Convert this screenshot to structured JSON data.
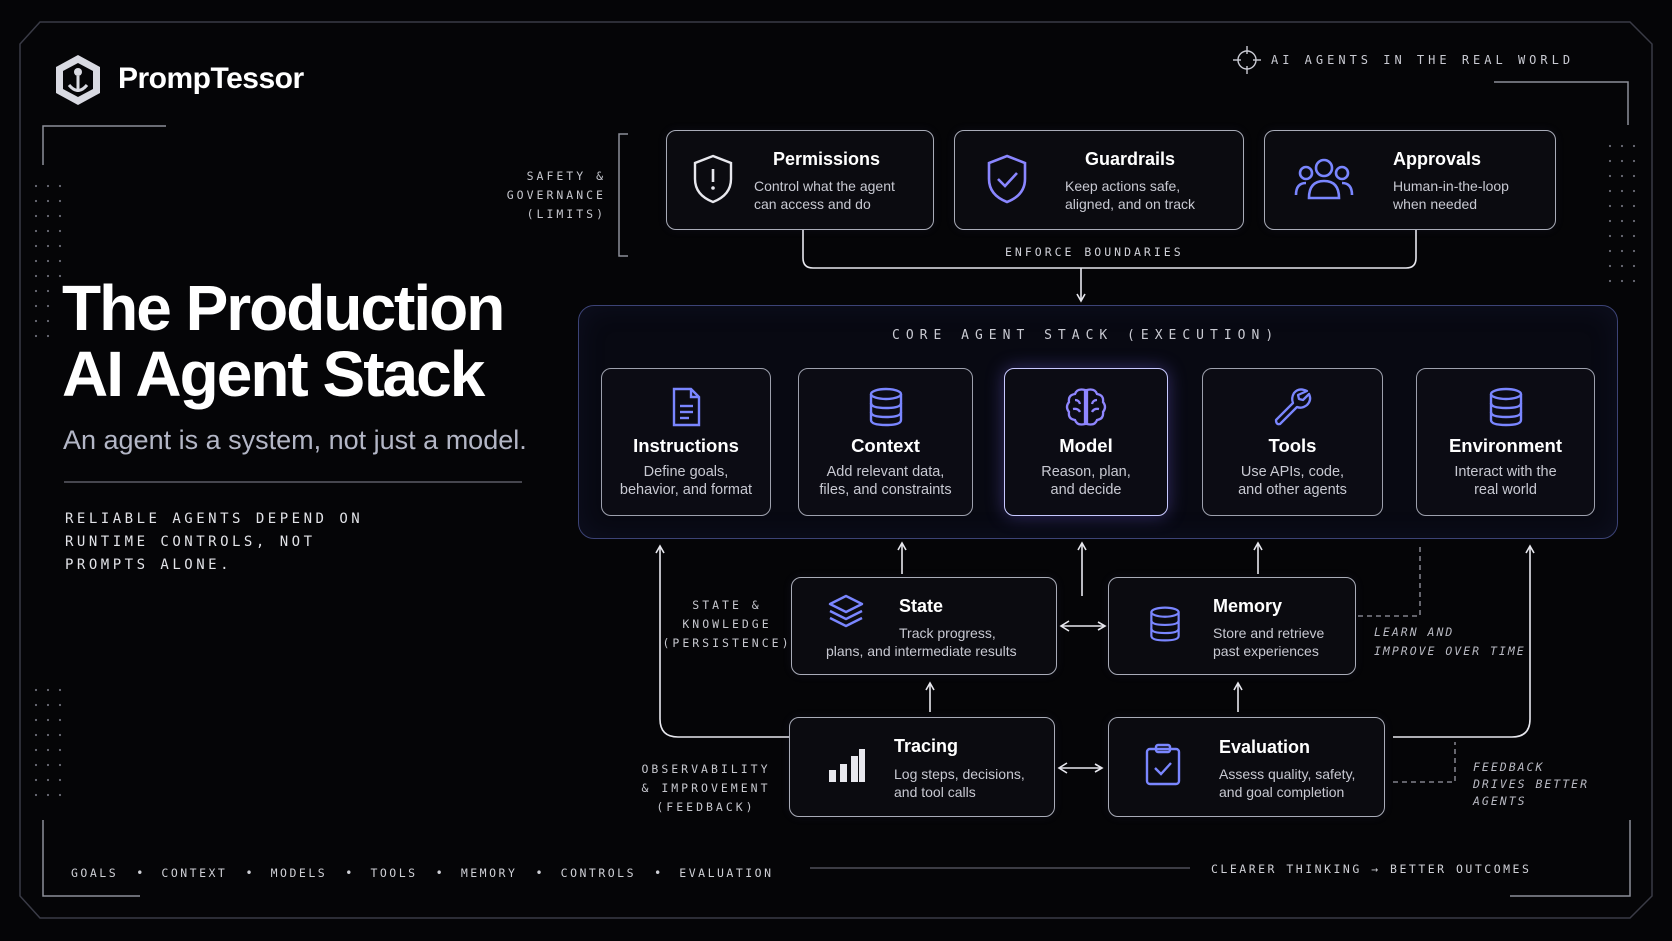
{
  "brand": {
    "name": "PrompTessor",
    "logo_icon": "hex-anchor-logo"
  },
  "top_right_tag": "AI AGENTS IN THE REAL WORLD",
  "hero": {
    "title_line1": "The Production",
    "title_line2": "AI Agent Stack",
    "subtitle": "An agent is a system, not just a model.",
    "note_line1": "RELIABLE AGENTS DEPEND ON",
    "note_line2": "RUNTIME CONTROLS, NOT",
    "note_line3": "PROMPTS ALONE."
  },
  "safety": {
    "label_line1": "SAFETY &",
    "label_line2": "GOVERNANCE",
    "label_line3": "(LIMITS)",
    "enforce_label": "ENFORCE BOUNDARIES",
    "cards": [
      {
        "title": "Permissions",
        "desc1": "Control what the agent",
        "desc2": "can access and do",
        "icon": "shield-icon"
      },
      {
        "title": "Guardrails",
        "desc1": "Keep actions safe,",
        "desc2": "aligned, and on track",
        "icon": "shield-check-icon"
      },
      {
        "title": "Approvals",
        "desc1": "Human-in-the-loop",
        "desc2": "when needed",
        "icon": "users-icon"
      }
    ]
  },
  "core": {
    "label": "CORE AGENT STACK (EXECUTION)",
    "cards": [
      {
        "title": "Instructions",
        "desc1": "Define goals,",
        "desc2": "behavior, and format",
        "icon": "document-icon"
      },
      {
        "title": "Context",
        "desc1": "Add relevant data,",
        "desc2": "files, and constraints",
        "icon": "database-icon"
      },
      {
        "title": "Model",
        "desc1": "Reason, plan,",
        "desc2": "and decide",
        "icon": "brain-icon"
      },
      {
        "title": "Tools",
        "desc1": "Use APIs, code,",
        "desc2": "and other agents",
        "icon": "wrench-icon"
      },
      {
        "title": "Environment",
        "desc1": "Interact with the",
        "desc2": "real world",
        "icon": "database-icon"
      }
    ]
  },
  "persistence": {
    "label_line1": "STATE &",
    "label_line2": "KNOWLEDGE",
    "label_line3": "(PERSISTENCE)",
    "state": {
      "title": "State",
      "desc1": "Track progress,",
      "desc2": "plans, and intermediate results",
      "icon": "layers-icon"
    },
    "memory": {
      "title": "Memory",
      "desc1": "Store and retrieve",
      "desc2": "past experiences",
      "icon": "database-icon"
    },
    "learn_line1": "LEARN AND",
    "learn_line2": "IMPROVE OVER TIME"
  },
  "observability": {
    "label_line1": "OBSERVABILITY",
    "label_line2": "& IMPROVEMENT",
    "label_line3": "(FEEDBACK)",
    "tracing": {
      "title": "Tracing",
      "desc1": "Log steps, decisions,",
      "desc2": "and tool calls",
      "icon": "bar-chart-icon"
    },
    "evaluation": {
      "title": "Evaluation",
      "desc1": "Assess quality, safety,",
      "desc2": "and goal completion",
      "icon": "clipboard-check-icon"
    },
    "feedback_line1": "FEEDBACK",
    "feedback_line2": "DRIVES BETTER",
    "feedback_line3": "AGENTS"
  },
  "footer": {
    "items": [
      "GOALS",
      "CONTEXT",
      "MODELS",
      "TOOLS",
      "MEMORY",
      "CONTROLS",
      "EVALUATION"
    ],
    "right": "CLEARER THINKING → BETTER OUTCOMES"
  },
  "colors": {
    "accent": "#8e8bff",
    "icon_blue": "#7a86ff",
    "background": "#050507",
    "border": "#a9acb8"
  }
}
